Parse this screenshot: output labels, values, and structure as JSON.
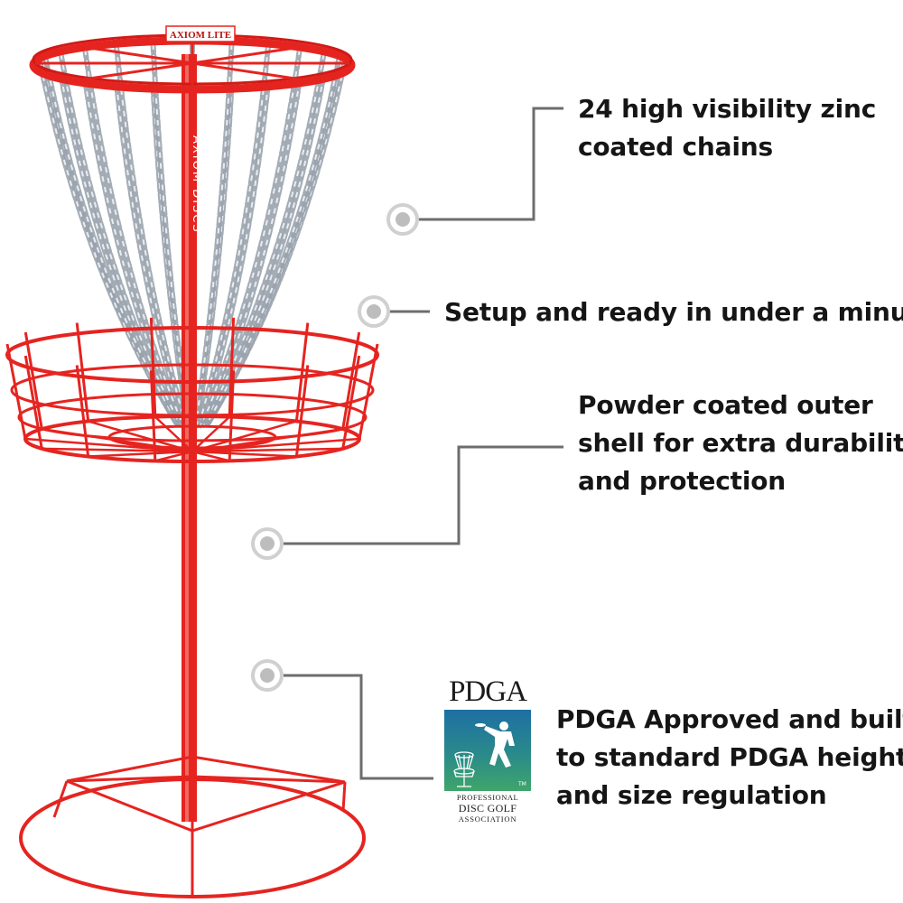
{
  "product": {
    "rim_label": "AXIOM LITE",
    "pole_label": "AXIOM DISCS",
    "colors": {
      "frame": "#e52420",
      "chain": "#9aa3ad",
      "callout_line": "#6d6d6d",
      "marker": "#cfcfcf",
      "text": "#151515"
    }
  },
  "features": [
    {
      "lines": [
        "24 high visibility zinc",
        "coated chains"
      ],
      "icon": "callout-marker-icon"
    },
    {
      "lines": [
        "Setup and ready in under a minute"
      ],
      "icon": "callout-marker-icon"
    },
    {
      "lines": [
        "Powder coated outer",
        "shell for extra durability",
        "and protection"
      ],
      "icon": "callout-marker-icon"
    },
    {
      "lines": [
        "PDGA Approved and built",
        "to standard PDGA height",
        "and size regulation"
      ],
      "icon": "callout-marker-icon"
    }
  ],
  "badge": {
    "name": "PDGA",
    "caption_line1": "PROFESSIONAL",
    "caption_line2": "DISC GOLF",
    "caption_line3": "ASSOCIATION",
    "trademark": "TM",
    "colors": {
      "top": "#1d6fa3",
      "bottom": "#3fa56a",
      "figure": "#ffffff"
    }
  }
}
